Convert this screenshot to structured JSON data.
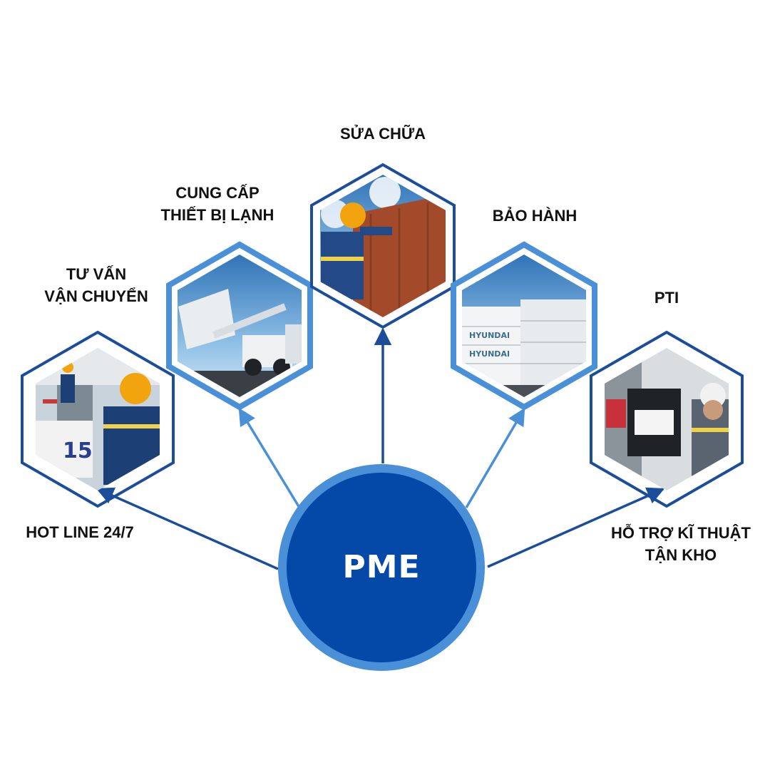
{
  "center": {
    "label": "PME",
    "fill": "#0448a8",
    "ring": "#4a90d9"
  },
  "colors": {
    "arrow_dark": "#1b4d9a",
    "arrow_light": "#4a90d9",
    "hex_dark": "#1b4d9a",
    "hex_light": "#4a90d9"
  },
  "nodes": {
    "hotline": {
      "label": "HOT LINE 24/7",
      "photo": "crane operator at container yard"
    },
    "tu_van": {
      "line1": "TƯ VẤN",
      "line2": "VẬN CHUYỂN",
      "photo": "reach stacker lifting reefer container"
    },
    "cung_cap": {
      "line1": "CUNG CẤP",
      "line2": "THIẾT BỊ LẠNH",
      "photo": ""
    },
    "sua_chua": {
      "label": "SỬA CHỮA",
      "photo": "technician repairing container"
    },
    "bao_hanh": {
      "label": "BẢO HÀNH",
      "photo": "stacked reefer containers",
      "container_text": "HYUNDAI"
    },
    "pti": {
      "label": "PTI",
      "photo": "technician inspecting reefer control panel"
    },
    "ho_tro": {
      "line1": "HỖ TRỢ KĨ THUẬT",
      "line2": "TẬN KHO"
    }
  }
}
